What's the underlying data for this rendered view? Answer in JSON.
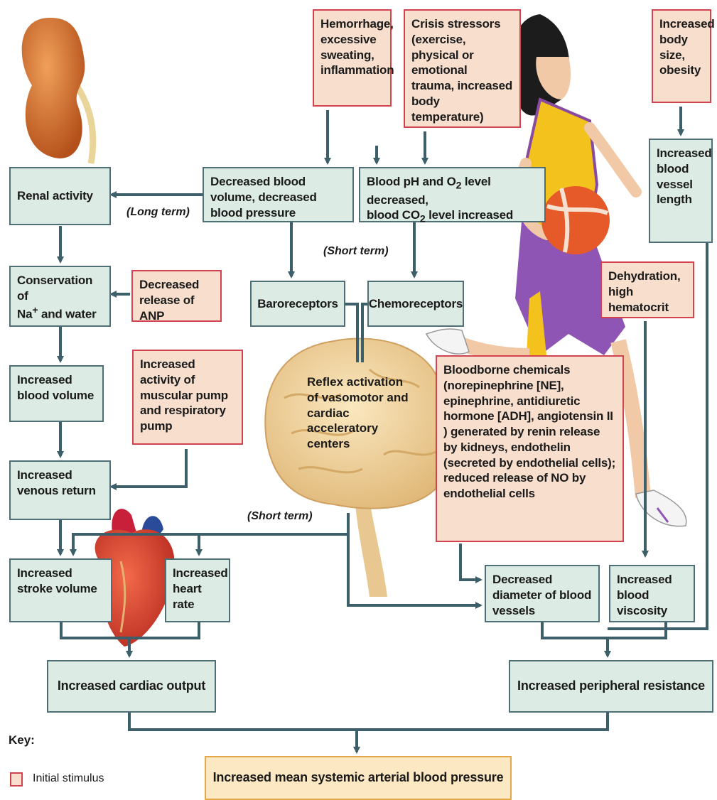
{
  "stimuli": {
    "hemorrhage": "Hemorrhage, excessive sweating, inflammation",
    "crisis": "Crisis stressors (exercise, physical or emotional trauma, increased body temperature)",
    "body_size": "Increased body size, obesity",
    "anp": "Decreased release of ANP",
    "muscular_pump": "Increased activity of muscular pump and respiratory pump",
    "dehydration": "Dehydration, high hematocrit",
    "bloodborne": "Bloodborne chemicals (norepinephrine [NE], epinephrine, antidiuretic hormone [ADH], angiotensin II ) generated by renin release by kidneys, endothelin (secreted by endothelial cells); reduced release of NO by endothelial cells"
  },
  "responses": {
    "renal_activity": "Renal activity",
    "decreased_blood_volume": "Decreased blood volume, decreased blood pressure",
    "blood_ph_line1_a": "Blood pH and O",
    "blood_ph_line1_sub": "2",
    "blood_ph_line1_b": " level decreased,",
    "blood_ph_line2_a": "blood CO",
    "blood_ph_line2_sub": "2",
    "blood_ph_line2_b": " level increased",
    "vessel_length": "Increased blood vessel length",
    "conservation_a": "Conservation of",
    "conservation_b": "Na",
    "conservation_sup": "+",
    "conservation_c": " and water",
    "baroreceptors": "Baroreceptors",
    "chemoreceptors": "Chemoreceptors",
    "increased_blood_volume": "Increased blood volume",
    "venous_return": "Increased venous return",
    "stroke_volume": "Increased stroke volume",
    "heart_rate": "Increased heart rate",
    "vessel_diameter": "Decreased diameter of blood vessels",
    "blood_viscosity": "Increased blood viscosity",
    "cardiac_output": "Increased cardiac output",
    "peripheral_resistance": "Increased peripheral resistance",
    "mean_pressure": "Increased mean systemic arterial blood pressure",
    "reflex": "Reflex activation of vasomotor and cardiac acceleratory centers"
  },
  "labels": {
    "long_term": "(Long term)",
    "short_term_1": "(Short term)",
    "short_term_2": "(Short term)"
  },
  "key": {
    "title": "Key:",
    "initial_stimulus": "Initial stimulus"
  },
  "colors": {
    "stimulus_fill": "#f8dfcd",
    "stimulus_border": "#d2424f",
    "response_fill": "#dcebe3",
    "response_border": "#4e6f76",
    "final_fill": "#fde8c4",
    "arrow": "#3d5f6a"
  }
}
